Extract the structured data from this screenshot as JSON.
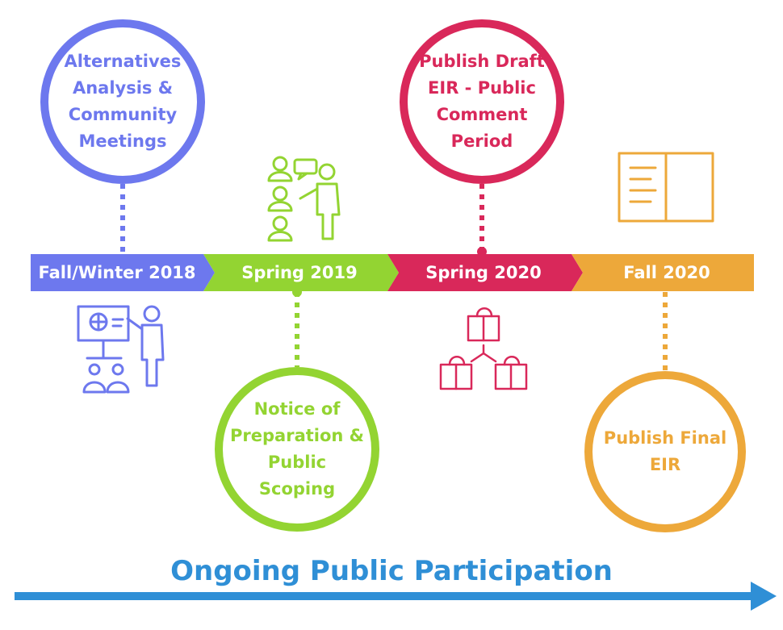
{
  "colors": {
    "blue": "#6d78ee",
    "green": "#93d432",
    "crimson": "#d9285a",
    "orange": "#eda83a",
    "arrow": "#2f8fd6"
  },
  "timeline": {
    "segments": [
      {
        "label": "Fall/Winter 2018",
        "color": "#6d78ee"
      },
      {
        "label": "Spring 2019",
        "color": "#93d432"
      },
      {
        "label": "Spring 2020",
        "color": "#d9285a"
      },
      {
        "label": "Fall 2020",
        "color": "#eda83a"
      }
    ]
  },
  "milestones": {
    "alternatives": "Alternatives Analysis & Community Meetings",
    "notice": "Notice of Preparation & Public Scoping",
    "draft": "Publish Draft EIR - Public Comment Period",
    "final": "Publish Final EIR"
  },
  "icons": [
    "presenter-icon",
    "discussion-icon",
    "study-group-icon",
    "open-book-icon"
  ],
  "footer": {
    "caption": "Ongoing Public Participation"
  }
}
